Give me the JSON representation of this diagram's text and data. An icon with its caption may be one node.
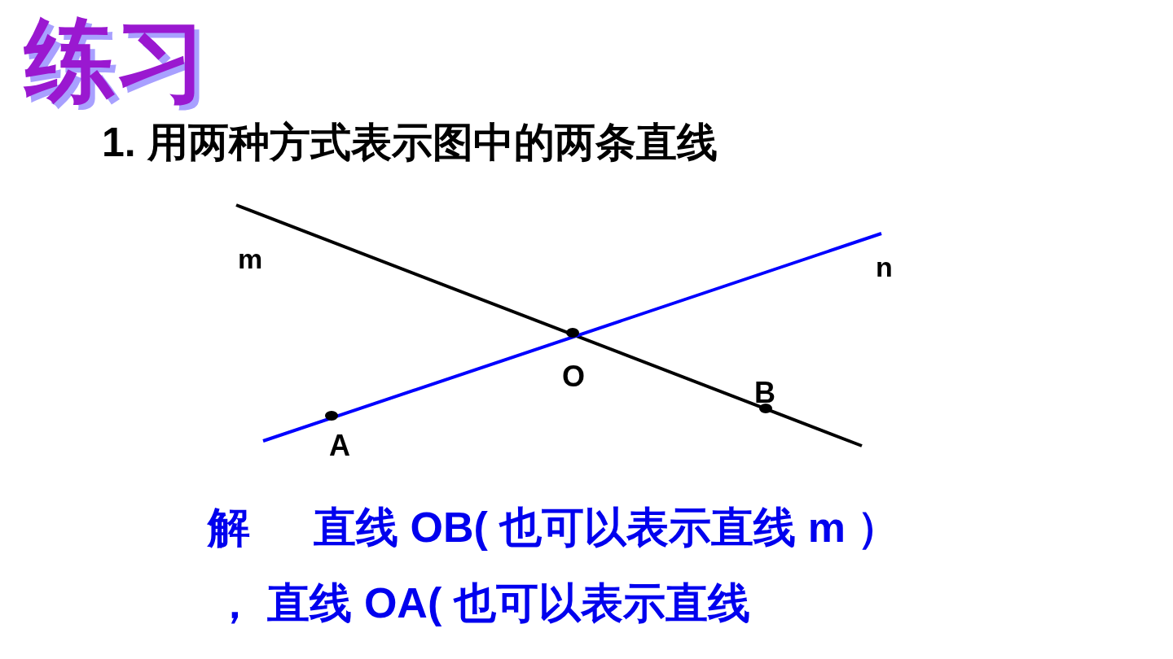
{
  "diagram": {
    "title": "练习",
    "labels": [
      "1. 用两种方式表示图中的两条直线",
      "m",
      "n",
      "O",
      "B",
      "A",
      "解",
      "直线 OB( 也可以表示直线 m ）",
      "， 直线 OA( 也可以表示直线"
    ]
  }
}
